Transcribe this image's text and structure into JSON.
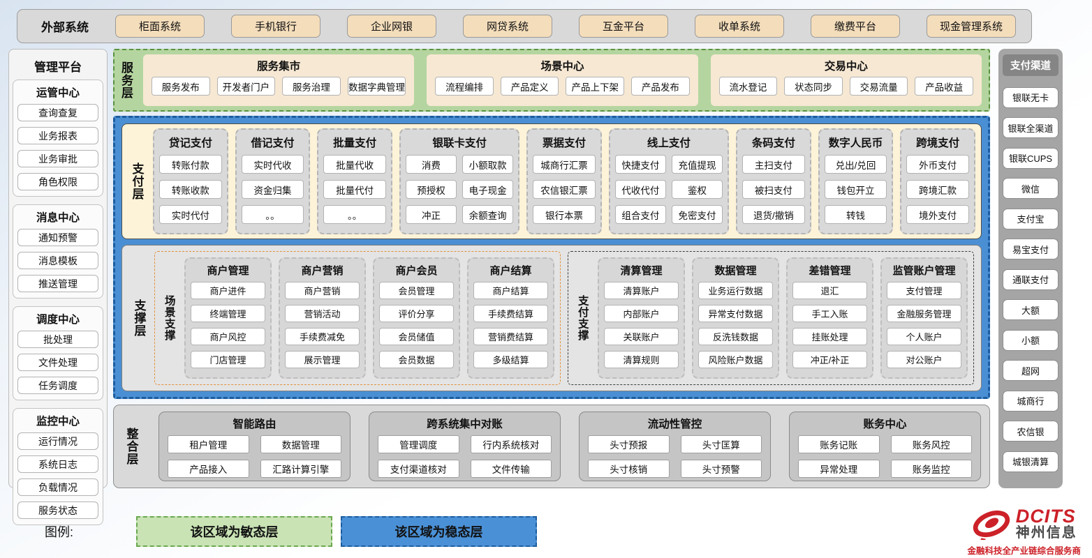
{
  "colors": {
    "agile_green": "#c9e3b5",
    "stable_blue": "#4a90d6",
    "brand_red": "#cc2128"
  },
  "external_systems": {
    "label": "外部系统",
    "items": [
      "柜面系统",
      "手机银行",
      "企业网银",
      "网贷系统",
      "互金平台",
      "收单系统",
      "缴费平台",
      "现金管理系统"
    ]
  },
  "management_platform": {
    "title": "管理平台",
    "sections": [
      {
        "title": "运管中心",
        "items": [
          "查询查复",
          "业务报表",
          "业务审批",
          "角色权限"
        ]
      },
      {
        "title": "消息中心",
        "items": [
          "通知预警",
          "消息模板",
          "推送管理"
        ]
      },
      {
        "title": "调度中心",
        "items": [
          "批处理",
          "文件处理",
          "任务调度"
        ]
      },
      {
        "title": "监控中心",
        "items": [
          "运行情况",
          "系统日志",
          "负载情况",
          "服务状态"
        ]
      }
    ]
  },
  "service_layer": {
    "label": "服务层",
    "groups": [
      {
        "title": "服务集市",
        "items": [
          "服务发布",
          "开发者门户",
          "服务治理",
          "数据字典管理"
        ]
      },
      {
        "title": "场景中心",
        "items": [
          "流程编排",
          "产品定义",
          "产品上下架",
          "产品发布"
        ]
      },
      {
        "title": "交易中心",
        "items": [
          "流水登记",
          "状态同步",
          "交易流量",
          "产品收益"
        ]
      }
    ]
  },
  "payment_layer": {
    "label": "支付层",
    "columns": [
      {
        "title": "贷记支付",
        "cols": 1,
        "items": [
          "转账付款",
          "转账收款",
          "实时代付"
        ]
      },
      {
        "title": "借记支付",
        "cols": 1,
        "items": [
          "实时代收",
          "资金归集",
          "。。"
        ]
      },
      {
        "title": "批量支付",
        "cols": 1,
        "items": [
          "批量代收",
          "批量代付",
          "。。"
        ]
      },
      {
        "title": "银联卡支付",
        "cols": 2,
        "items": [
          "消费",
          "小额取款",
          "预授权",
          "电子现金",
          "冲正",
          "余额查询"
        ]
      },
      {
        "title": "票据支付",
        "cols": 1,
        "items": [
          "城商行汇票",
          "农信银汇票",
          "银行本票"
        ]
      },
      {
        "title": "线上支付",
        "cols": 2,
        "items": [
          "快捷支付",
          "充值提现",
          "代收代付",
          "鉴权",
          "组合支付",
          "免密支付"
        ]
      },
      {
        "title": "条码支付",
        "cols": 1,
        "items": [
          "主扫支付",
          "被扫支付",
          "退货/撤销"
        ]
      },
      {
        "title": "数字人民币",
        "cols": 1,
        "items": [
          "兑出/兑回",
          "钱包开立",
          "转钱"
        ]
      },
      {
        "title": "跨境支付",
        "cols": 1,
        "items": [
          "外币支付",
          "跨境汇款",
          "境外支付"
        ]
      }
    ]
  },
  "support_layer": {
    "label": "支撑层",
    "regions": [
      {
        "label": "场景支撑",
        "style": "agile",
        "columns": [
          {
            "title": "商户管理",
            "items": [
              "商户进件",
              "终端管理",
              "商户风控",
              "门店管理"
            ]
          },
          {
            "title": "商户营销",
            "items": [
              "商户营销",
              "营销活动",
              "手续费减免",
              "展示管理"
            ]
          },
          {
            "title": "商户会员",
            "items": [
              "会员管理",
              "评价分享",
              "会员储值",
              "会员数据"
            ]
          },
          {
            "title": "商户结算",
            "items": [
              "商户结算",
              "手续费结算",
              "营销费结算",
              "多级结算"
            ]
          }
        ]
      },
      {
        "label": "支付支撑",
        "style": "stable-r",
        "columns": [
          {
            "title": "清算管理",
            "items": [
              "清算账户",
              "内部账户",
              "关联账户",
              "清算规则"
            ]
          },
          {
            "title": "数据管理",
            "items": [
              "业务运行数据",
              "异常支付数据",
              "反洗钱数据",
              "风险账户数据"
            ]
          },
          {
            "title": "差错管理",
            "items": [
              "退汇",
              "手工入账",
              "挂账处理",
              "冲正/补正"
            ]
          },
          {
            "title": "监管账户管理",
            "items": [
              "支付管理",
              "金融服务管理",
              "个人账户",
              "对公账户"
            ]
          }
        ]
      }
    ]
  },
  "integration_layer": {
    "label": "整合层",
    "groups": [
      {
        "title": "智能路由",
        "items": [
          "租户管理",
          "数据管理",
          "产品接入",
          "汇路计算引擎"
        ]
      },
      {
        "title": "跨系统集中对账",
        "items": [
          "管理调度",
          "行内系统核对",
          "支付渠道核对",
          "文件传输"
        ]
      },
      {
        "title": "流动性管控",
        "items": [
          "头寸预报",
          "头寸匡算",
          "头寸核销",
          "头寸预警"
        ]
      },
      {
        "title": "账务中心",
        "items": [
          "账务记账",
          "账务风控",
          "异常处理",
          "账务监控"
        ]
      }
    ]
  },
  "payment_channels": {
    "title": "支付渠道",
    "items": [
      "银联无卡",
      "银联全渠道",
      "银联CUPS",
      "微信",
      "支付宝",
      "易宝支付",
      "通联支付",
      "大额",
      "小额",
      "超网",
      "城商行",
      "农信银",
      "城银清算"
    ]
  },
  "legend": {
    "label": "图例:",
    "agile": "该区域为敏态层",
    "stable": "该区域为稳态层"
  },
  "logo": {
    "brand": "DCITS",
    "name": "神州信息",
    "tagline": "金融科技全产业链综合服务商"
  }
}
